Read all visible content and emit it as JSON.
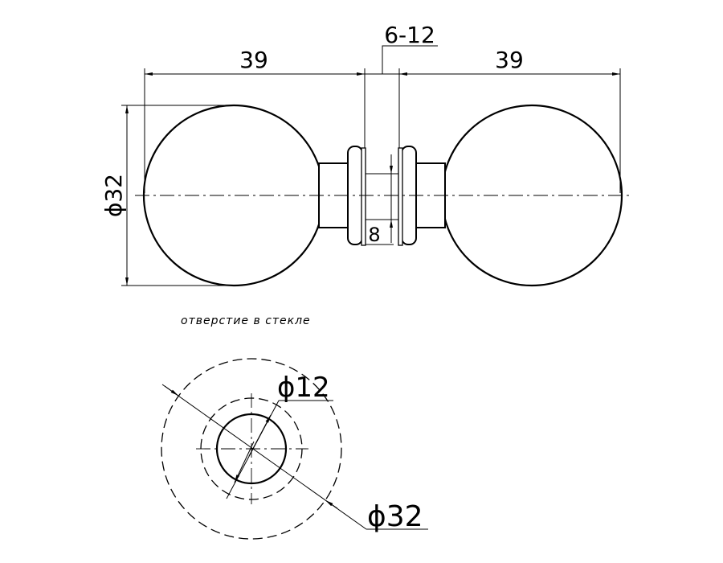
{
  "drawing": {
    "dimensions": {
      "left_length": "39",
      "right_length": "39",
      "glass_thickness": "6-12",
      "ball_diameter": "ϕ32",
      "spacer": "8",
      "hole_diameter": "ϕ12",
      "washer_diameter": "ϕ32"
    },
    "note": "отверстие в стекле"
  }
}
